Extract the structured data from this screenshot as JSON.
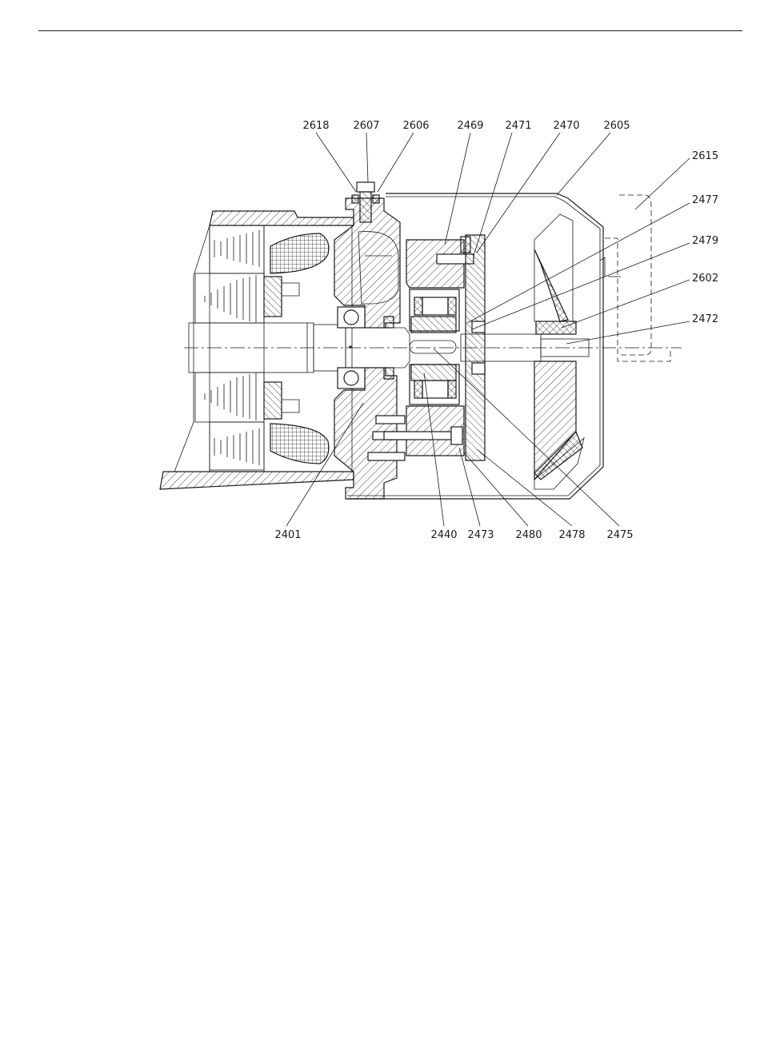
{
  "diagram": {
    "callouts_top": [
      "2618",
      "2607",
      "2606",
      "2469",
      "2471",
      "2470",
      "2605"
    ],
    "callouts_right": [
      "2615",
      "2477",
      "2479",
      "2602",
      "2472"
    ],
    "callouts_bottom": [
      "2401",
      "2440",
      "2473",
      "2480",
      "2478",
      "2475"
    ]
  }
}
